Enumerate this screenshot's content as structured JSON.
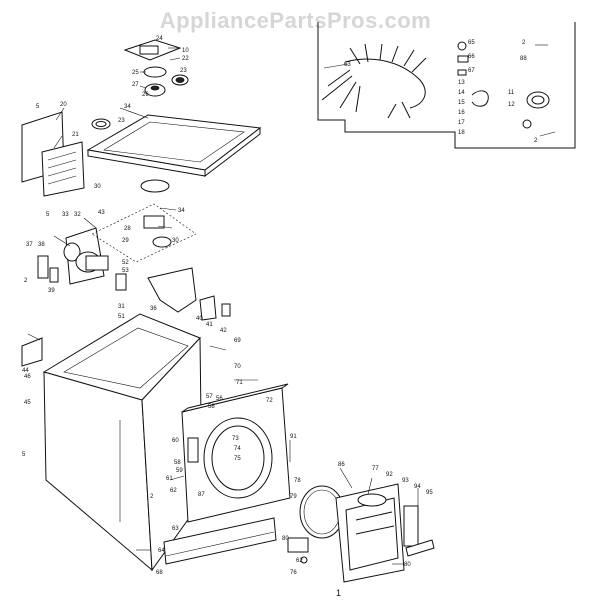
{
  "watermark": "AppliancePartsPros.com",
  "footer_mark": "1",
  "callouts": [
    {
      "id": "c2a",
      "text": "2"
    },
    {
      "id": "c5a",
      "text": "5"
    },
    {
      "id": "c10",
      "text": "10"
    },
    {
      "id": "c11",
      "text": "11"
    },
    {
      "id": "c12",
      "text": "12"
    },
    {
      "id": "c13",
      "text": "13"
    },
    {
      "id": "c14",
      "text": "14"
    },
    {
      "id": "c15",
      "text": "15"
    },
    {
      "id": "c16",
      "text": "16"
    },
    {
      "id": "c17",
      "text": "17"
    },
    {
      "id": "c18",
      "text": "18"
    },
    {
      "id": "c20",
      "text": "20"
    },
    {
      "id": "c21",
      "text": "21"
    },
    {
      "id": "c22",
      "text": "22"
    },
    {
      "id": "c23a",
      "text": "23"
    },
    {
      "id": "c23b",
      "text": "23"
    },
    {
      "id": "c24",
      "text": "24"
    },
    {
      "id": "c25",
      "text": "25"
    },
    {
      "id": "c26",
      "text": "26"
    },
    {
      "id": "c27",
      "text": "27"
    },
    {
      "id": "c28",
      "text": "28"
    },
    {
      "id": "c29",
      "text": "29"
    },
    {
      "id": "c30a",
      "text": "30"
    },
    {
      "id": "c30b",
      "text": "30"
    },
    {
      "id": "c31",
      "text": "31"
    },
    {
      "id": "c32",
      "text": "32"
    },
    {
      "id": "c33",
      "text": "33"
    },
    {
      "id": "c34a",
      "text": "34"
    },
    {
      "id": "c34b",
      "text": "34"
    },
    {
      "id": "c36",
      "text": "36"
    },
    {
      "id": "c37",
      "text": "37"
    },
    {
      "id": "c38",
      "text": "38"
    },
    {
      "id": "c39",
      "text": "39"
    },
    {
      "id": "c40",
      "text": "40"
    },
    {
      "id": "c41",
      "text": "41"
    },
    {
      "id": "c42",
      "text": "42"
    },
    {
      "id": "c43",
      "text": "43"
    },
    {
      "id": "c44",
      "text": "44"
    },
    {
      "id": "c45",
      "text": "45"
    },
    {
      "id": "c46",
      "text": "46"
    },
    {
      "id": "c51",
      "text": "51"
    },
    {
      "id": "c52",
      "text": "52"
    },
    {
      "id": "c53",
      "text": "53"
    },
    {
      "id": "c56",
      "text": "56"
    },
    {
      "id": "c57",
      "text": "57"
    },
    {
      "id": "c58a",
      "text": "58"
    },
    {
      "id": "c58b",
      "text": "58"
    },
    {
      "id": "c59",
      "text": "59"
    },
    {
      "id": "c60",
      "text": "60"
    },
    {
      "id": "c61",
      "text": "61"
    },
    {
      "id": "c62a",
      "text": "62"
    },
    {
      "id": "c62b",
      "text": "62"
    },
    {
      "id": "c63a",
      "text": "63"
    },
    {
      "id": "c63b",
      "text": "63"
    },
    {
      "id": "c64",
      "text": "64"
    },
    {
      "id": "c65",
      "text": "65"
    },
    {
      "id": "c66",
      "text": "66"
    },
    {
      "id": "c67",
      "text": "67"
    },
    {
      "id": "c68",
      "text": "68"
    },
    {
      "id": "c69",
      "text": "69"
    },
    {
      "id": "c70",
      "text": "70"
    },
    {
      "id": "c71",
      "text": "71"
    },
    {
      "id": "c72",
      "text": "72"
    },
    {
      "id": "c73",
      "text": "73"
    },
    {
      "id": "c74",
      "text": "74"
    },
    {
      "id": "c75",
      "text": "75"
    },
    {
      "id": "c76",
      "text": "76"
    },
    {
      "id": "c77",
      "text": "77"
    },
    {
      "id": "c78",
      "text": "78"
    },
    {
      "id": "c79",
      "text": "79"
    },
    {
      "id": "c80a",
      "text": "80"
    },
    {
      "id": "c80b",
      "text": "80"
    },
    {
      "id": "c86",
      "text": "86"
    },
    {
      "id": "c87",
      "text": "87"
    },
    {
      "id": "c88",
      "text": "88"
    },
    {
      "id": "c91",
      "text": "91"
    },
    {
      "id": "c92",
      "text": "92"
    },
    {
      "id": "c93",
      "text": "93"
    },
    {
      "id": "c94",
      "text": "94"
    },
    {
      "id": "c95",
      "text": "95"
    },
    {
      "id": "c2b",
      "text": "2"
    },
    {
      "id": "c5b",
      "text": "5"
    },
    {
      "id": "c5c",
      "text": "5"
    },
    {
      "id": "c2c",
      "text": "2"
    },
    {
      "id": "c2d",
      "text": "2"
    }
  ]
}
